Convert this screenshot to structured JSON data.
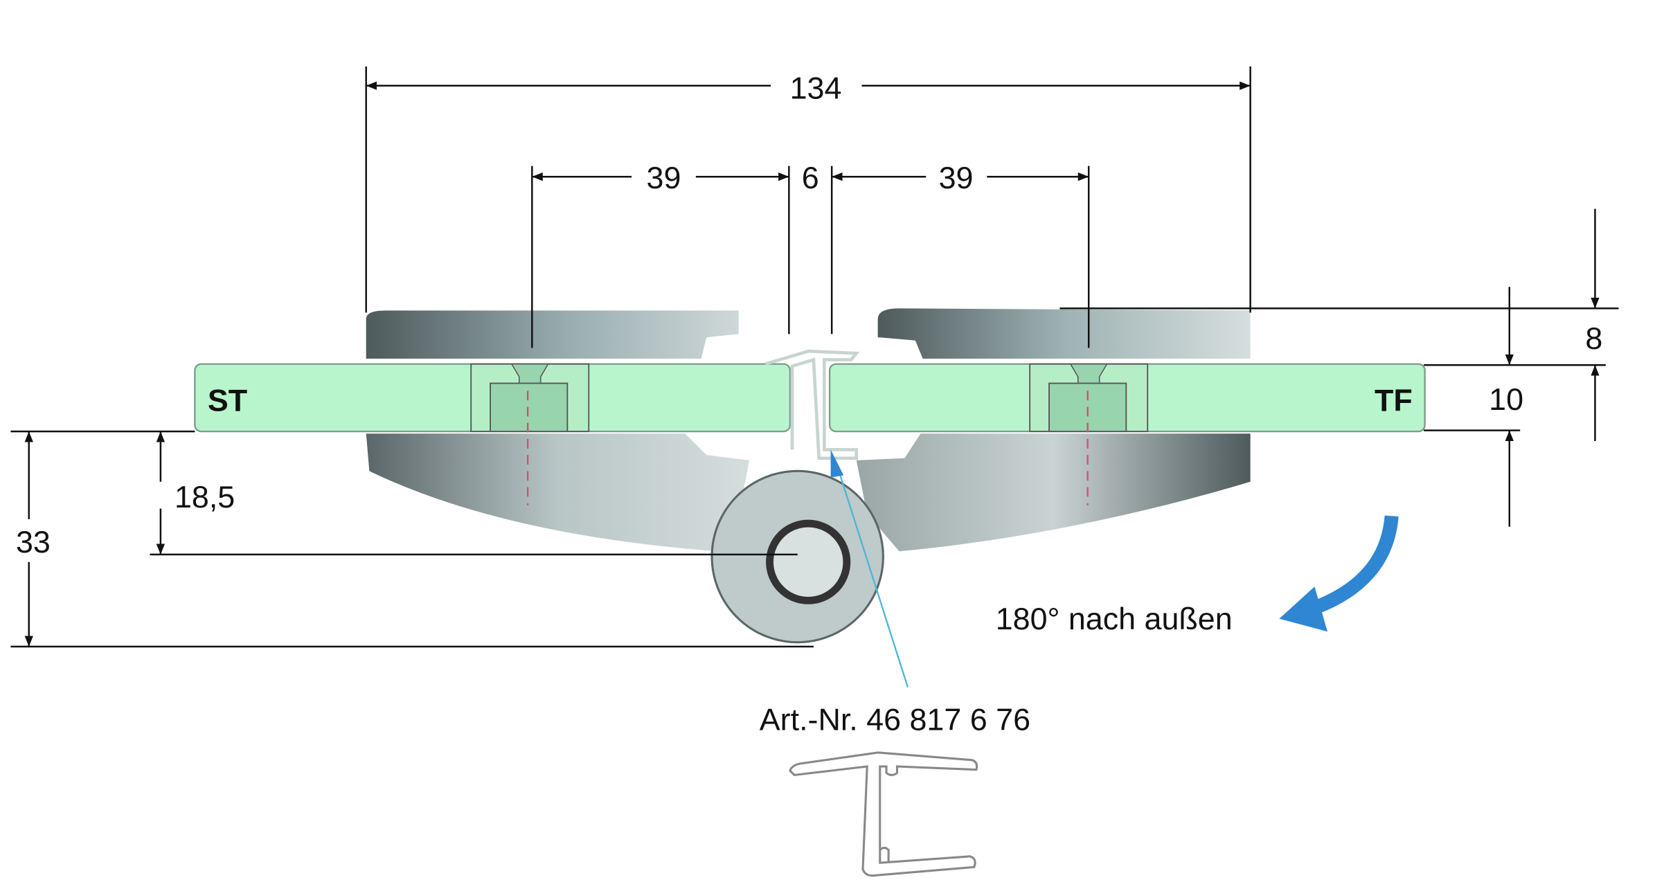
{
  "dimensions": {
    "overall_width": "134",
    "left_offset": "39",
    "gap": "6",
    "right_offset": "39",
    "plate_thickness": "8",
    "glass_thickness": "10",
    "pivot_height": "18,5",
    "total_depth": "33"
  },
  "labels": {
    "left_panel": "ST",
    "right_panel": "TF",
    "rotation": "180° nach außen",
    "article_number": "Art.-Nr. 46 817 6 76"
  },
  "colors": {
    "glass": "#b9f5cc",
    "metal_dark": "#4e5a5c",
    "metal_light": "#c9d3d3",
    "rotation_arrow": "#2f86d2",
    "leader": "#4cb6d6",
    "center_line": "#d0506a"
  }
}
